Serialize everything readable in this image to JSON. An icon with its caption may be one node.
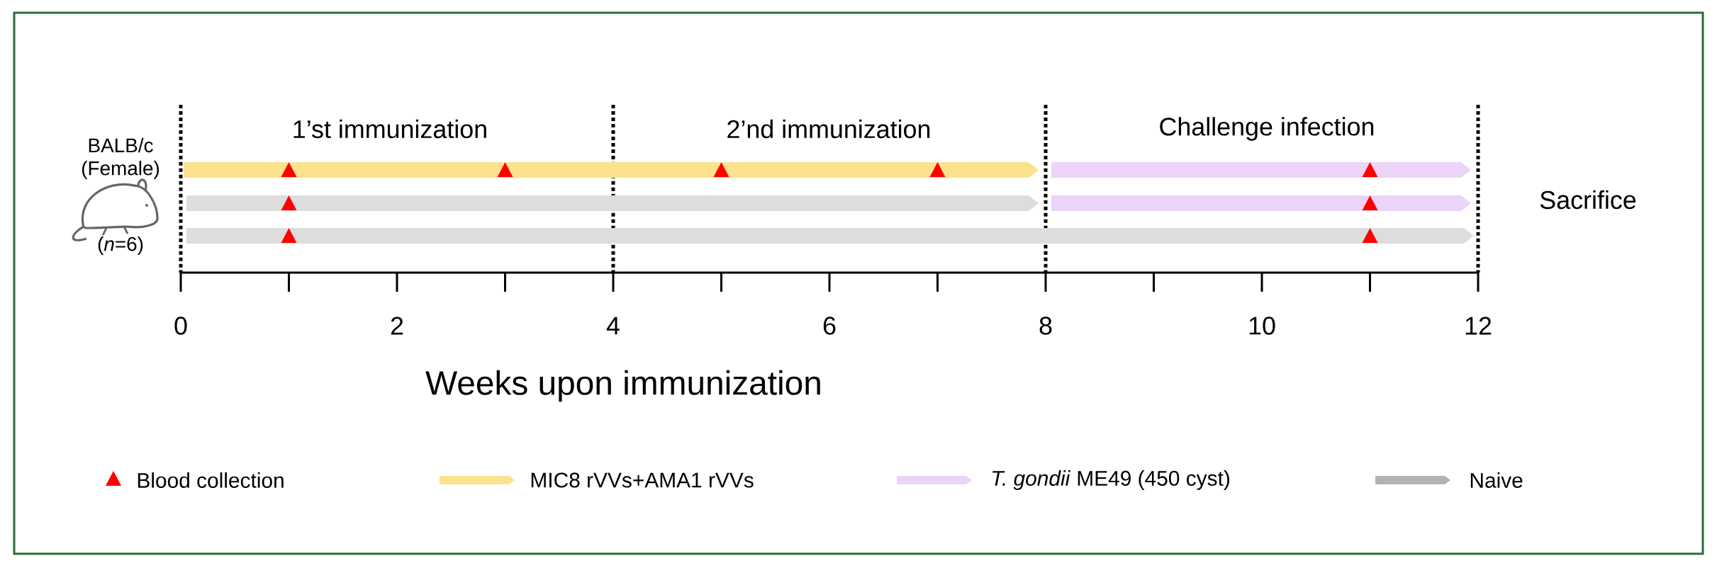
{
  "diagram": {
    "labels": [
      "BALB/c",
      "(Female)",
      "(*n*=6)",
      "1’st immunization",
      "2’nd immunization",
      "Challenge infection",
      "Sacrifice",
      "0",
      "2",
      "4",
      "6",
      "8",
      "10",
      "12",
      "Weeks upon immunization"
    ],
    "legend": [
      {
        "text": "Blood collection"
      },
      {
        "text": "MIC8 rVVs+AMA1 rVVs",
        "color": "#fbe38e"
      },
      {
        "text": "*T. gondii* ME49 (450 cyst)",
        "color": "#ecd4f8"
      },
      {
        "text": "Naive",
        "color": "#b3b3b3"
      }
    ]
  }
}
